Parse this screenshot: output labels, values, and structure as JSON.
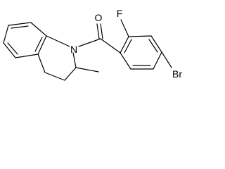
{
  "molecule": {
    "atoms": {
      "oxygen": "O",
      "fluorine": "F",
      "nitrogen": "N",
      "bromine": "Br"
    }
  }
}
